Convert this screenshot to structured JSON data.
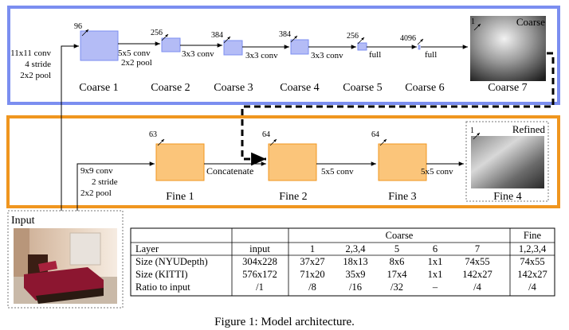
{
  "coarse_panel": {
    "corner_label": "Coarse",
    "input_conv": [
      "11x11 conv",
      "4 stride",
      "2x2 pool"
    ],
    "layers": [
      {
        "name": "Coarse 1",
        "channels": "96",
        "op_to_next": [
          "5x5 conv",
          "2x2 pool"
        ]
      },
      {
        "name": "Coarse 2",
        "channels": "256",
        "op_to_next": [
          "3x3 conv"
        ]
      },
      {
        "name": "Coarse 3",
        "channels": "384",
        "op_to_next": [
          "3x3 conv"
        ]
      },
      {
        "name": "Coarse 4",
        "channels": "384",
        "op_to_next": [
          "3x3 conv"
        ]
      },
      {
        "name": "Coarse 5",
        "channels": "256",
        "op_to_next": [
          "full"
        ]
      },
      {
        "name": "Coarse 6",
        "channels": "4096",
        "op_to_next": [
          "full"
        ]
      },
      {
        "name": "Coarse 7",
        "channels": "1",
        "op_to_next": []
      }
    ],
    "color": "#7b8ef0",
    "block_color": "#b4bcf6"
  },
  "fine_panel": {
    "corner_label": "Refined",
    "input_conv": [
      "9x9 conv",
      "2 stride",
      "2x2 pool"
    ],
    "concat_label": "Concatenate",
    "layers": [
      {
        "name": "Fine 1",
        "channels": "63"
      },
      {
        "name": "Fine 2",
        "channels": "64",
        "op_to_next": "5x5 conv"
      },
      {
        "name": "Fine 3",
        "channels": "64",
        "op_to_next": "5x5 conv"
      },
      {
        "name": "Fine 4",
        "channels": "1"
      }
    ],
    "color": "#f0961f",
    "block_color": "#fbc57a"
  },
  "input": {
    "label": "Input"
  },
  "table": {
    "group_headers": {
      "coarse": "Coarse",
      "fine": "Fine"
    },
    "columns": [
      "",
      "",
      "1",
      "2,3,4",
      "5",
      "6",
      "7",
      "1,2,3,4"
    ],
    "rows": [
      [
        "Layer",
        "input",
        "1",
        "2,3,4",
        "5",
        "6",
        "7",
        "1,2,3,4"
      ],
      [
        "Size (NYUDepth)",
        "304x228",
        "37x27",
        "18x13",
        "8x6",
        "1x1",
        "74x55",
        "74x55"
      ],
      [
        "Size (KITTI)",
        "576x172",
        "71x20",
        "35x9",
        "17x4",
        "1x1",
        "142x27",
        "142x27"
      ],
      [
        "Ratio to input",
        "/1",
        "/8",
        "/16",
        "/32",
        "–",
        "/4",
        "/4"
      ]
    ]
  },
  "caption": "Figure 1: Model architecture."
}
